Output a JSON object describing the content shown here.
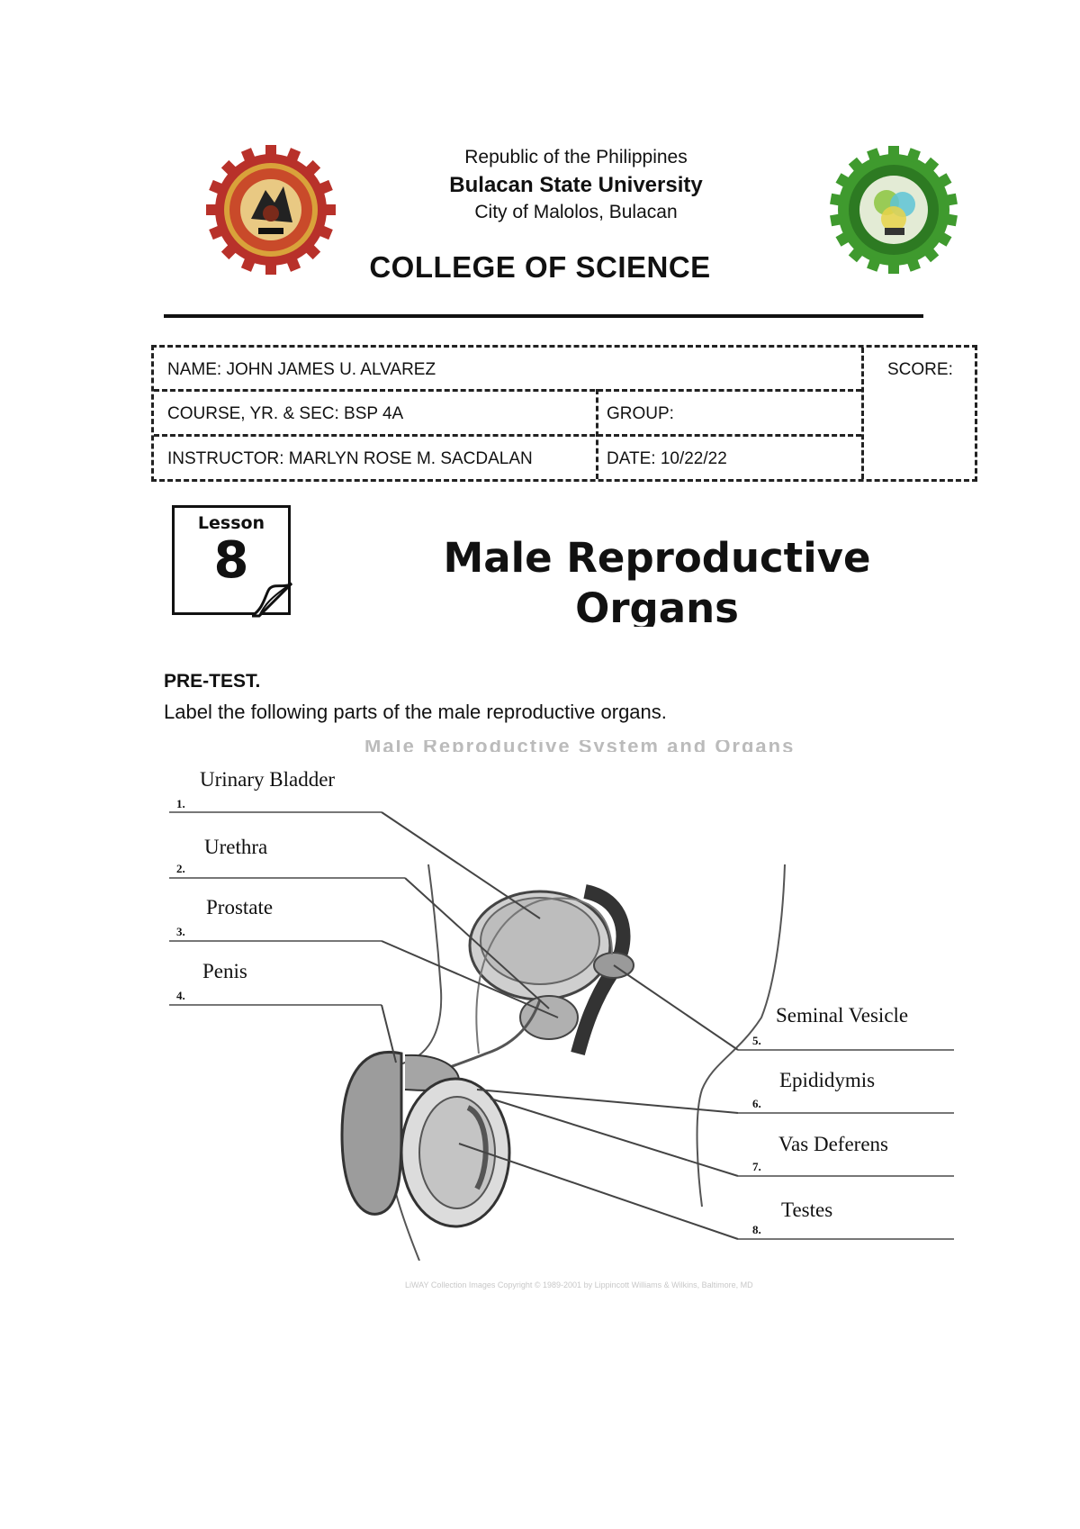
{
  "header": {
    "republic": "Republic of the Philippines",
    "university": "Bulacan State University",
    "city": "City of Malolos, Bulacan",
    "college": "COLLEGE OF SCIENCE"
  },
  "info": {
    "name": "NAME: JOHN JAMES U. ALVAREZ",
    "score": "SCORE:",
    "course": "COURSE, YR. & SEC: BSP 4A",
    "group": "GROUP:",
    "instructor": "INSTRUCTOR: MARLYN ROSE M. SACDALAN",
    "date": "DATE: 10/22/22"
  },
  "lesson": {
    "word": "Lesson",
    "number": "8",
    "title": "Male Reproductive Organs"
  },
  "pretest": {
    "heading": "PRE-TEST.",
    "instruction": "Label the following parts of the male reproductive organs."
  },
  "diagram": {
    "labels": [
      {
        "num": "1.",
        "answer": "Urinary Bladder"
      },
      {
        "num": "2.",
        "answer": "Urethra"
      },
      {
        "num": "3.",
        "answer": "Prostate"
      },
      {
        "num": "4.",
        "answer": "Penis"
      },
      {
        "num": "5.",
        "answer": "Seminal Vesicle"
      },
      {
        "num": "6.",
        "answer": "Epididymis"
      },
      {
        "num": "7.",
        "answer": "Vas Deferens"
      },
      {
        "num": "8.",
        "answer": "Testes"
      }
    ],
    "faded_title": "Male Reproductive System and Organs",
    "copyright": "LiWAY Collection Images Copyright © 1989-2001 by Lippincott Williams & Wilkins, Baltimore, MD"
  },
  "colors": {
    "bsu_red": "#b8312a",
    "bsu_gold": "#d9a23a",
    "cos_green": "#3f9a2e"
  }
}
